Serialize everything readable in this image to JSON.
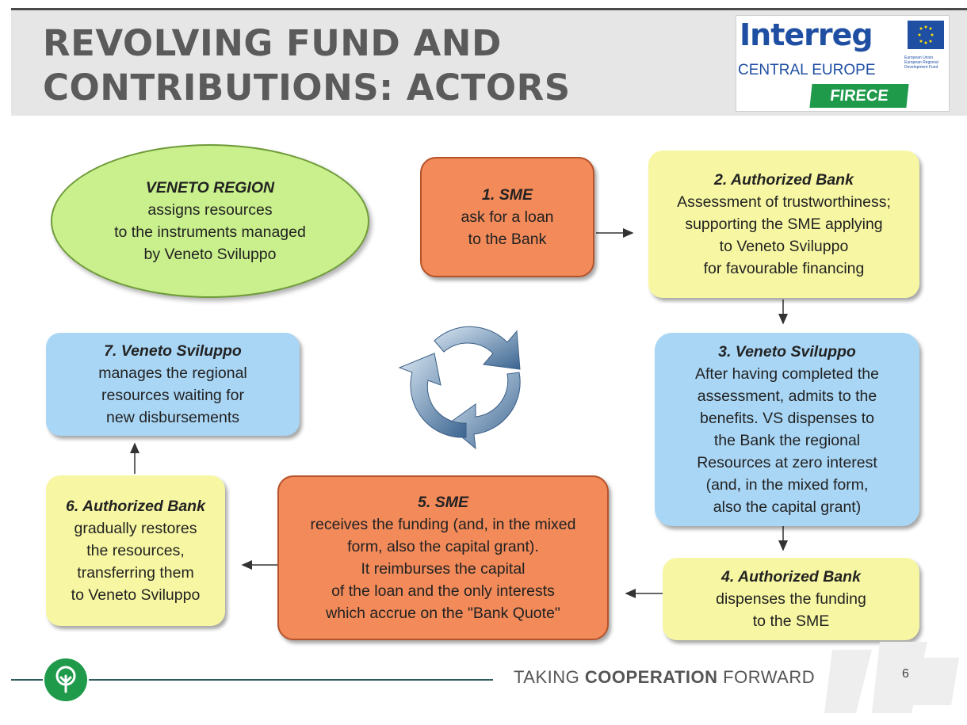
{
  "slide": {
    "title_line1": "REVOLVING FUND AND",
    "title_line2": "CONTRIBUTIONS: ACTORS",
    "page_number": "6"
  },
  "logo": {
    "interreg": "Interreg",
    "central_europe": "CENTRAL EUROPE",
    "eu_line1": "European Union",
    "eu_line2": "European Regional",
    "eu_line3": "Development Fund",
    "project": "FIRECE",
    "brand_color": "#1f4fa3",
    "project_color": "#1f9a4b"
  },
  "footer": {
    "text_part1": "TAKING ",
    "text_part2": "COOPERATION",
    "text_part3": " FORWARD"
  },
  "nodes": {
    "veneto_region": {
      "heading": "VENETO REGION",
      "line1": "assigns resources",
      "line2": "to the instruments managed",
      "line3": "by Veneto Sviluppo"
    },
    "sme1": {
      "heading": "1. SME",
      "line1": "ask for a loan",
      "line2": "to the Bank"
    },
    "bank2": {
      "heading": "2. Authorized Bank",
      "line1": "Assessment of trustworthiness;",
      "line2": "supporting the SME applying",
      "line3": "to Veneto Sviluppo",
      "line4": "for favourable financing"
    },
    "vs3": {
      "heading": "3. Veneto Sviluppo",
      "line1": "After having completed the",
      "line2": "assessment, admits to the",
      "line3": "benefits. VS dispenses to",
      "line4": "the Bank the regional",
      "line5": "Resources at zero interest",
      "line6": "(and, in the mixed form,",
      "line7": "also the capital grant)"
    },
    "bank4": {
      "heading": "4. Authorized Bank",
      "line1": "dispenses the funding",
      "line2": "to the SME"
    },
    "sme5": {
      "heading": "5. SME",
      "line1": "receives the funding (and, in the mixed",
      "line2": "form, also the capital grant).",
      "line3": "It reimburses the capital",
      "line4": "of the loan and the only interests",
      "line5": "which accrue on the \"Bank Quote\""
    },
    "bank6": {
      "heading": "6. Authorized Bank",
      "line1": "gradually restores",
      "line2": "the resources,",
      "line3": "transferring them",
      "line4": "to Veneto Sviluppo"
    },
    "vs7": {
      "heading": "7. Veneto Sviluppo",
      "line1": "manages the regional",
      "line2": "resources waiting for",
      "line3": "new disbursements"
    }
  }
}
